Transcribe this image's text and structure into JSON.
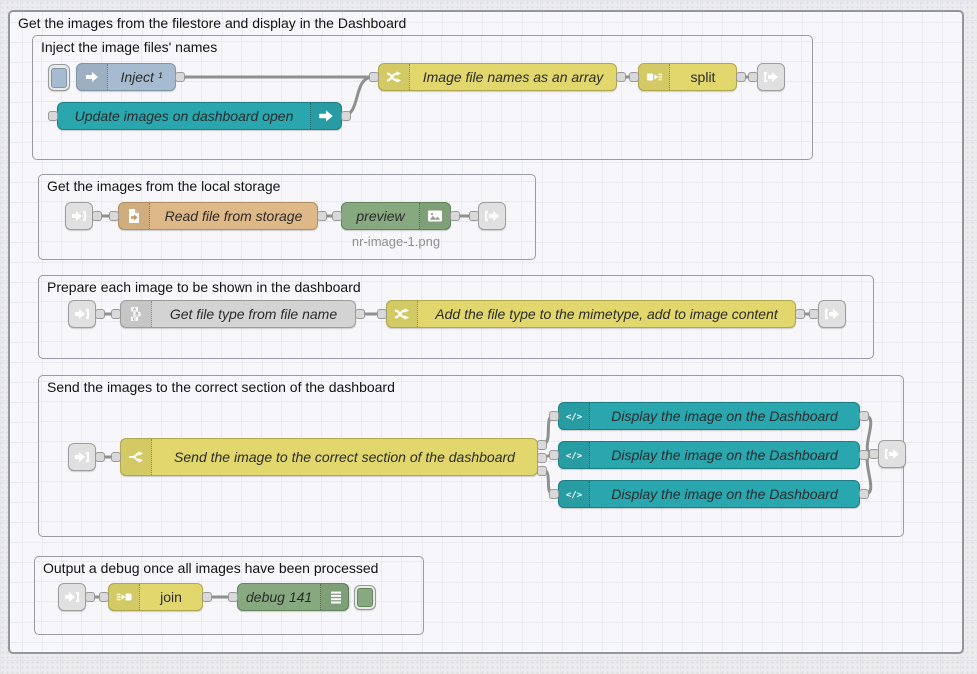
{
  "palette": {
    "teal": "#2aa6ae",
    "yellow": "#e1d76d",
    "orange": "#deb887",
    "green": "#87a980",
    "inject_blue": "#a6bbcf",
    "gray_node": "#d3d3d3",
    "link_gray": "#e0e0e0",
    "wire": "#8f8f8f"
  },
  "outer_group": {
    "title": "Get the images from the filestore and display in the Dashboard"
  },
  "groups": {
    "inject": {
      "title": "Inject the image files' names"
    },
    "storage": {
      "title": "Get the images from the local storage"
    },
    "prepare": {
      "title": "Prepare each image to be shown in the dashboard"
    },
    "send": {
      "title": "Send the images to the correct section of the dashboard"
    },
    "debug": {
      "title": "Output a debug once all images have been processed"
    }
  },
  "nodes": {
    "inject": {
      "label": "Inject ¹"
    },
    "ui_control": {
      "label": "Update images on dashboard open"
    },
    "filenames_fn": {
      "label": "Image file names as an array"
    },
    "split": {
      "label": "split"
    },
    "read_file": {
      "label": "Read file from storage"
    },
    "preview": {
      "label": "preview",
      "status": "nr-image-1.png"
    },
    "get_file_type": {
      "label": "Get file type from file name"
    },
    "add_mimetype": {
      "label": "Add the file type to the mimetype, add to image content"
    },
    "send_switch": {
      "label": "Send the image to the correct section of the dashboard"
    },
    "display1": {
      "label": "Display the image on the Dashboard"
    },
    "display2": {
      "label": "Display the image on the Dashboard"
    },
    "display3": {
      "label": "Display the image on the Dashboard"
    },
    "join": {
      "label": "join"
    },
    "debug": {
      "label": "debug 141"
    }
  }
}
